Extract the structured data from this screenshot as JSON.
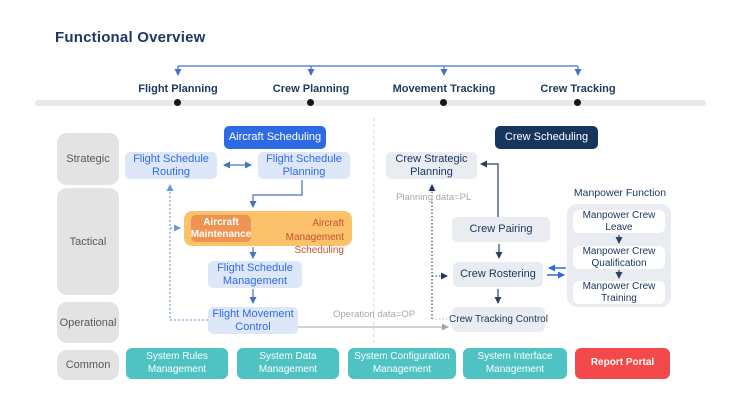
{
  "title": "Functional Overview",
  "timeline": {
    "phases": [
      "Flight Planning",
      "Crew Planning",
      "Movement Tracking",
      "Crew Tracking"
    ]
  },
  "lanes": {
    "strategic": "Strategic",
    "tactical": "Tactical",
    "operational": "Operational",
    "common": "Common"
  },
  "groups": {
    "aircraft_scheduling": "Aircraft Scheduling",
    "crew_scheduling": "Crew Scheduling",
    "manpower_function": "Manpower Function"
  },
  "nodes": {
    "flight_schedule_routing": "Flight Schedule Routing",
    "flight_schedule_planning": "Flight Schedule Planning",
    "flight_schedule_management": "Flight Schedule Management",
    "flight_movement_control": "Flight Movement Control",
    "aircraft_maintenance": "Aircraft Maintenance",
    "aircraft_management_scheduling": "Aircraft Management Scheduling",
    "crew_strategic_planning": "Crew Strategic Planning",
    "crew_pairing": "Crew Pairing",
    "crew_rostering": "Crew Rostering",
    "crew_tracking_control": "Crew Tracking Control",
    "manpower_crew_leave": "Manpower Crew Leave",
    "manpower_crew_qualification": "Manpower Crew Qualification",
    "manpower_crew_training": "Manpower Crew Training"
  },
  "annotations": {
    "planning_data": "Planning data=PL",
    "operation_data": "Operation data=OP"
  },
  "common_services": [
    "System Rules Management",
    "System Data Management",
    "System Configuration Management",
    "System Interface Management"
  ],
  "report_portal": "Report Portal",
  "colors": {
    "accent_blue": "#2e6be2",
    "connector_blue": "#4472c4",
    "navy": "#17365d",
    "light_blue_fill": "#dde7f8",
    "gray_node_fill": "#e9edf2",
    "orange_fill": "#fbc16b",
    "orange_deep": "#ee9351",
    "orange_text": "#c2552c",
    "teal": "#4fc3c4",
    "red": "#f4494b"
  }
}
